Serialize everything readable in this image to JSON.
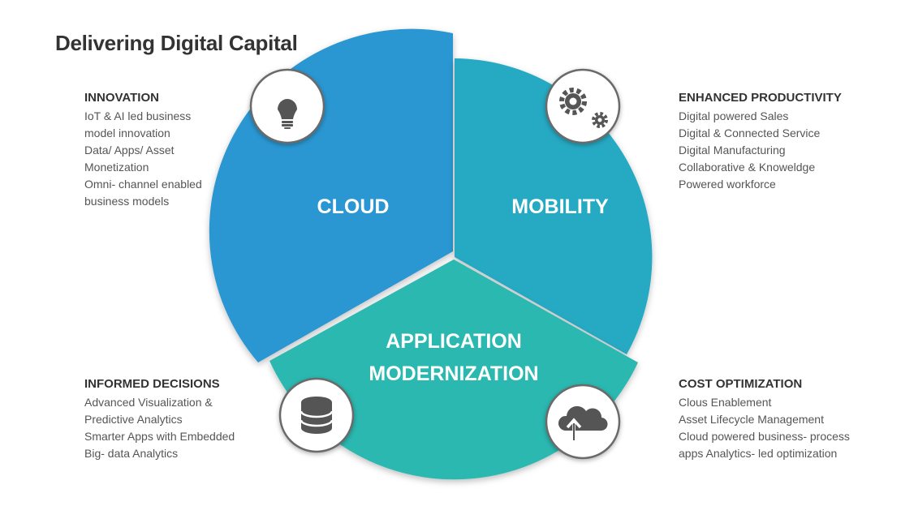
{
  "title": "Delivering Digital Capital",
  "segments": {
    "cloud": {
      "label": "CLOUD",
      "color": "#2a97d2"
    },
    "mobility": {
      "label": "MOBILITY",
      "color": "#28a9c3"
    },
    "app_modernization": {
      "label_line1": "APPLICATION",
      "label_line2": "MODERNIZATION",
      "color": "#2ab8b0"
    }
  },
  "icons": [
    "lightbulb-icon",
    "gears-icon",
    "database-icon",
    "cloud-upload-icon"
  ],
  "blocks": {
    "innovation": {
      "heading": "INNOVATION",
      "lines": [
        "IoT & AI led business",
        "model innovation",
        "Data/ Apps/ Asset",
        "Monetization",
        "Omni- channel enabled",
        "business models"
      ]
    },
    "productivity": {
      "heading": "ENHANCED PRODUCTIVITY",
      "lines": [
        "Digital powered Sales",
        "Digital & Connected Service",
        "Digital Manufacturing",
        "Collaborative & Knoweldge",
        "Powered workforce"
      ]
    },
    "decisions": {
      "heading": "INFORMED DECISIONS",
      "lines": [
        "Advanced Visualization &",
        "Predictive Analytics",
        "Smarter Apps with Embedded",
        "Big- data Analytics"
      ]
    },
    "cost": {
      "heading": "COST OPTIMIZATION",
      "lines": [
        "Clous Enablement",
        "Asset Lifecycle Management",
        "Cloud powered business- process",
        "apps Analytics- led optimization"
      ]
    }
  }
}
